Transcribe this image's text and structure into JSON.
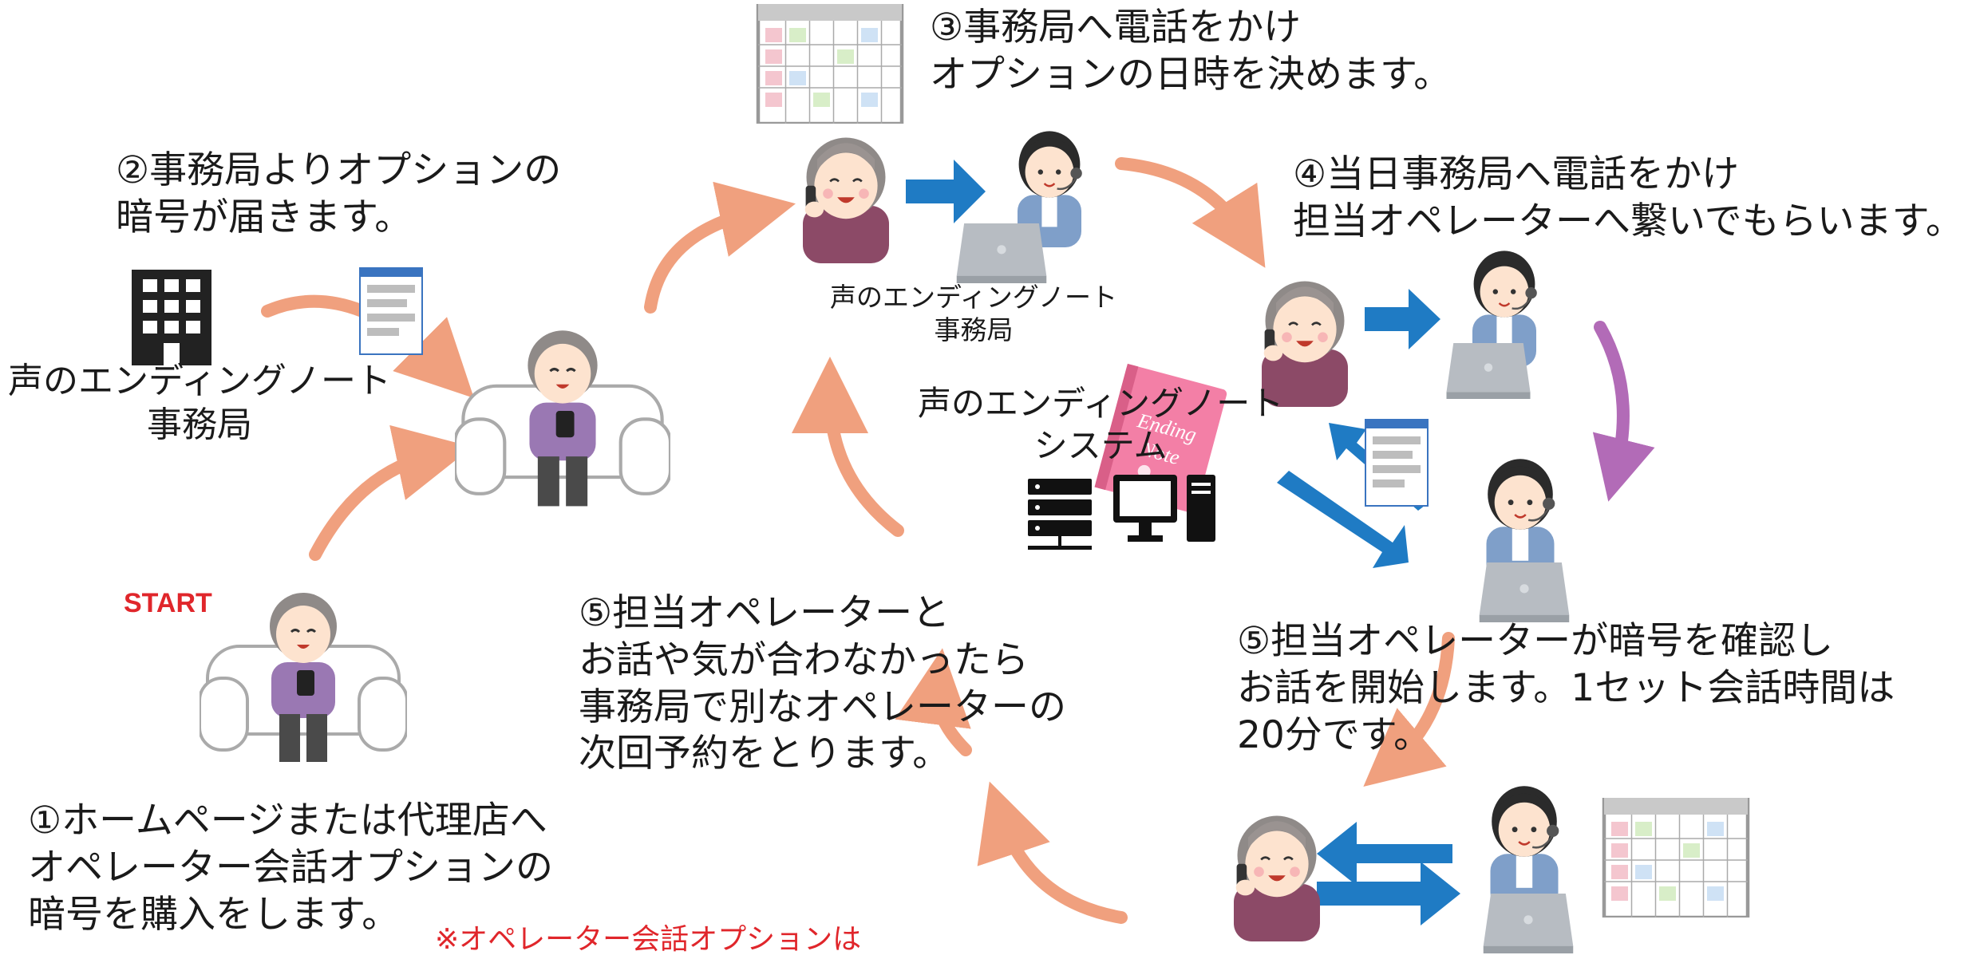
{
  "steps": {
    "s1": [
      "①ホームページまたは代理店へ",
      "オペレーター会話オプションの",
      "暗号を購入をします。"
    ],
    "s2": [
      "②事務局よりオプションの",
      "暗号が届きます。"
    ],
    "s3": [
      "③事務局へ電話をかけ",
      "オプションの日時を決めます。"
    ],
    "s4": [
      "④当日事務局へ電話をかけ",
      "担当オペレーターへ繋いでもらいます。"
    ],
    "s5a": [
      "⑤担当オペレーターが暗号を確認し",
      "お話を開始します。1セット会話時間は",
      "20分です。"
    ],
    "s5b": [
      "⑤担当オペレーターと",
      "お話や気が合わなかったら",
      "事務局で別なオペレーターの",
      "次回予約をとります。"
    ]
  },
  "labels": {
    "office_left": [
      "声のエンディングノート",
      "事務局"
    ],
    "office_top": [
      "声のエンディングノート",
      "事務局"
    ],
    "system": [
      "声のエンディングノート",
      "システム"
    ],
    "start": "START",
    "book_text": "Ending Note"
  },
  "note": "※オペレーター会話オプションは",
  "colors": {
    "curve_arrow": "#f0a07e",
    "blue_arrow": "#1f7bc4",
    "purple_arrow": "#b26bb7",
    "start_red": "#e0262b",
    "grandma_shirt": "#8c4a67",
    "operator_vest": "#7f9fc9"
  },
  "icons": [
    "building-icon",
    "server-icon",
    "computer-icon",
    "document-icon",
    "calendar-icon",
    "laptop-icon",
    "smartphone-icon"
  ]
}
